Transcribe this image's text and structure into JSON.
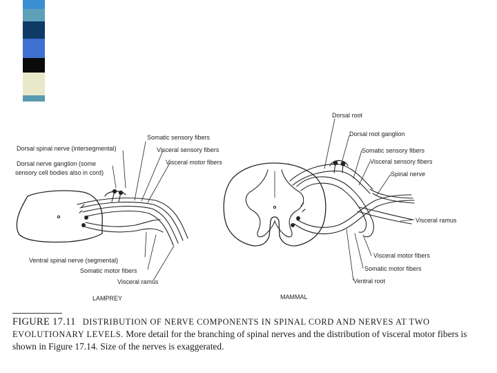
{
  "stripes": {
    "colors": [
      "#3a8fd0",
      "#5ea0b8",
      "#0f3a66",
      "#3f6fcf",
      "#0a0a0a",
      "#e7e9c9",
      "#5a9ab0"
    ]
  },
  "lamprey": {
    "title": "LAMPREY",
    "labels": {
      "dorsal_spinal_nerve": "Dorsal spinal nerve (intersegmental)",
      "dorsal_ganglion_1": "Dorsal nerve ganglion (some",
      "dorsal_ganglion_2": "sensory cell bodies also in cord)",
      "somatic_sensory": "Somatic sensory fibers",
      "visceral_sensory": "Visceral sensory fibers",
      "visceral_motor": "Visceral motor fibers",
      "ventral_spinal_nerve": "Ventral spinal nerve (segmental)",
      "somatic_motor": "Somatic motor fibers",
      "visceral_ramus": "Visceral ramus"
    }
  },
  "mammal": {
    "title": "MAMMAL",
    "labels": {
      "dorsal_root": "Dorsal root",
      "dorsal_root_ganglion": "Dorsal root ganglion",
      "somatic_sensory": "Somatic sensory fibers",
      "visceral_sensory": "Visceral sensory fibers",
      "spinal_nerve": "Spinal nerve",
      "visceral_ramus": "Visceral ramus",
      "visceral_motor": "Visceral motor fibers",
      "somatic_motor": "Somatic motor fibers",
      "ventral_root": "Ventral root"
    }
  },
  "caption": {
    "figure_number": "FIGURE 17.11",
    "title": "DISTRIBUTION OF NERVE COMPONENTS IN SPINAL CORD AND NERVES AT TWO EVOLUTIONARY LEVELS.",
    "body": "More detail for the branching of spinal nerves and the distribution of visceral motor fibers is shown in Figure 17.14. Size of the nerves is exaggerated."
  }
}
